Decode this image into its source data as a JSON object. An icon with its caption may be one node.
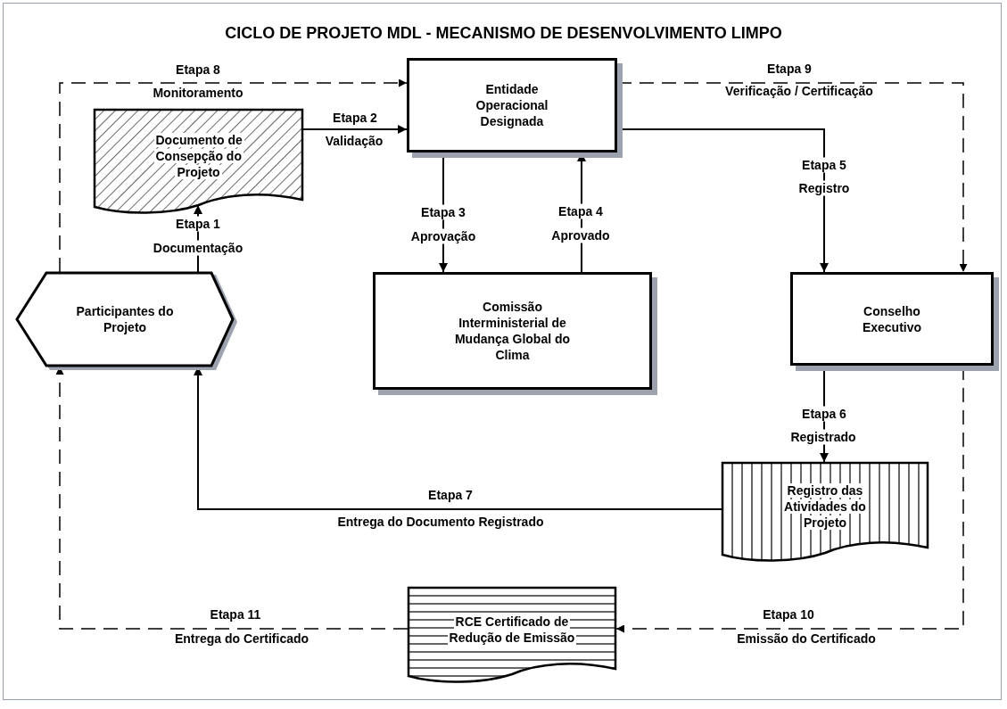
{
  "diagram": {
    "title": "CICLO DE PROJETO MDL - MECANISMO DE DESENVOLVIMENTO LIMPO",
    "nodes": [
      {
        "text": [
          "Documento de Consepção do Projeto"
        ]
      },
      {
        "text": [
          "Entidade Operacional Designada"
        ]
      },
      {
        "text": [
          "Comissão Interministerial de Mudança Global do Clima"
        ]
      },
      {
        "text": [
          "Participantes do Projeto"
        ]
      },
      {
        "text": [
          "Conselho Executivo"
        ]
      },
      {
        "text": [
          "Registro das Atividades do Projeto"
        ]
      },
      {
        "text": [
          "RCE Certificado de Redução de Emissão"
        ]
      }
    ],
    "edges": [
      {
        "from": 3,
        "to": 0,
        "arrow": "to",
        "label": "Etapa 1"
      },
      {
        "from": 0,
        "to": 1,
        "arrow": "to",
        "label": "Etapa 2"
      },
      {
        "from": 1,
        "to": 2,
        "arrow": "to",
        "label": "Etapa 3"
      },
      {
        "from": 2,
        "to": 1,
        "arrow": "to",
        "label": "Etapa 4"
      },
      {
        "from": 1,
        "to": 4,
        "arrow": "to",
        "label": "Etapa 5"
      },
      {
        "from": 4,
        "to": 5,
        "arrow": "to",
        "label": "Etapa 6"
      },
      {
        "from": 5,
        "to": 3,
        "arrow": "to",
        "label": "Etapa 7"
      },
      {
        "from": 3,
        "to": 1,
        "arrow": "to",
        "label": "Etapa 8",
        "style": "dashed"
      },
      {
        "from": 1,
        "to": 4,
        "arrow": "to",
        "label": "Etapa 9",
        "style": "dashed"
      },
      {
        "from": 4,
        "to": 6,
        "arrow": "to",
        "label": "Etapa 10",
        "style": "dashed"
      },
      {
        "from": 6,
        "to": 3,
        "arrow": "to",
        "label": "Etapa 11",
        "style": "dashed"
      }
    ],
    "labels": [
      "Documentação",
      "Validação",
      "Aprovação",
      "Aprovado",
      "Registro",
      "Registrado",
      "Entrega do Documento Registrado",
      "Monitoramento",
      "Verificação / Certificação",
      "Emissão do Certificado",
      "Entrega do Certificado"
    ]
  }
}
